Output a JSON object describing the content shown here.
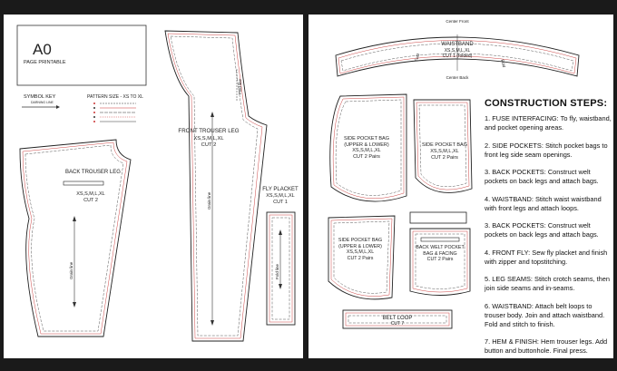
{
  "left_page": {
    "title": "A0",
    "subtitle": "PAGE PRINTABLE",
    "symbol_key": "SYMBOL KEY",
    "symbol_key_sub": "DARNING LINE",
    "pattern_size": "PATTERN SIZE - XS TO XL",
    "pieces": {
      "back": {
        "name": "BACK TROUSER LEG",
        "sizes": "XS,S,M,L,XL",
        "cut": "CUT 2",
        "grain": "Grain line"
      },
      "front": {
        "name": "FRONT TROUSER LEG",
        "sizes": "XS,S,M,L,XL",
        "cut": "CUT 2",
        "grain": "Grain line",
        "fold": "Fold line"
      },
      "fly": {
        "name": "FLY PLACKET",
        "sizes": "XS,S,M,L,XL",
        "cut": "CUT 1",
        "fold": "Fold line"
      }
    }
  },
  "right_page": {
    "waistband": {
      "center_front": "Center Front",
      "name": "WAISTBAND",
      "sizes": "XS,S,M,L,XL",
      "cut": "CUT 1 (folded)",
      "center_back": "Center Back",
      "fold_left": "Fold",
      "fold_right": "Fold"
    },
    "side_bag_1": {
      "name": "SIDE POCKET BAG (UPPER & LOWER)",
      "sizes": "XS,S,M,L,XL",
      "cut": "CUT 2 Pairs"
    },
    "side_bag_2": {
      "name": "SIDE POCKET BAG",
      "sizes": "XS,S,M,L,XL",
      "cut": "CUT 2 Pairs"
    },
    "side_bag_3": {
      "name": "SIDE POCKET BAG (UPPER & LOWER)",
      "sizes": "XS,S,M,L,XL",
      "cut": "CUT 2 Pairs"
    },
    "welt_bag": {
      "name": "BACK WELT POCKET BAG & FACING",
      "cut": "CUT 2 Pairs"
    },
    "belt_loop": {
      "name": "BELT LOOP",
      "cut": "CUT 7"
    },
    "steps_title": "CONSTRUCTION STEPS:",
    "steps": [
      "1. FUSE INTERFACING: To fly, waistband, and pocket opening areas.",
      "2. SIDE POCKETS: Stitch pocket bags to front leg side seam openings.",
      "3. BACK POCKETS: Construct welt pockets on back legs and attach bags.",
      "4. WAISTBAND: Stitch waist waistband with front legs and attach loops.",
      "3. BACK POCKETS: Construct welt pockets on back legs and attach bags.",
      "4. FRONT FLY: Sew fly placket and finish with zipper and topstitching.",
      "5. LEG SEAMS: Stitch crotch seams, then join side seams and in-seams.",
      "6. WAISTBAND: Attach belt loops to trouser body. Join and attach waistband. Fold and stitch to finish.",
      "7. HEM & FINISH: Hem trouser legs. Add button and buttonhole. Final press."
    ]
  }
}
